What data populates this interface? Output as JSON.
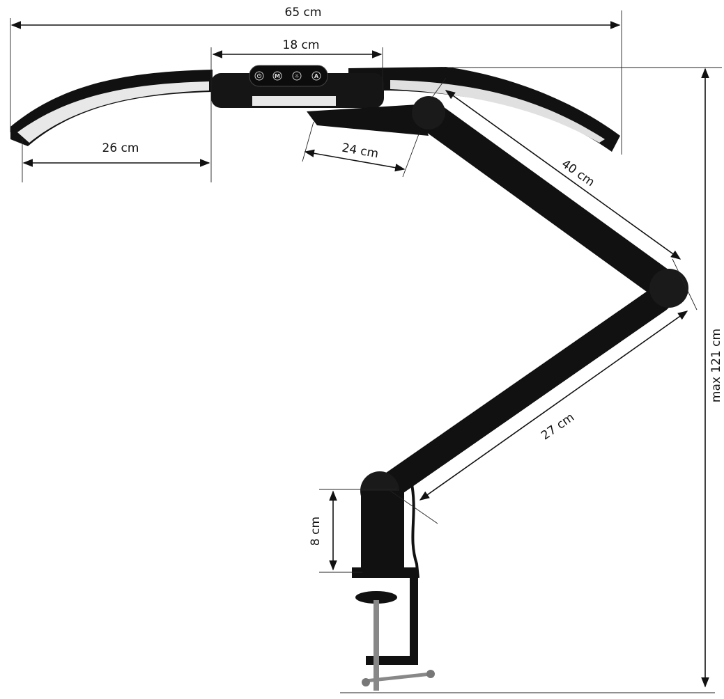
{
  "dimensions": {
    "total_width": "65 cm",
    "head_width": "18 cm",
    "wing_width": "26 cm",
    "head_arm": "24 cm",
    "upper_arm": "40 cm",
    "lower_arm": "27 cm",
    "base_height": "8 cm",
    "max_height": "max 121 cm"
  },
  "control_buttons": [
    {
      "icon": "power-icon",
      "glyph": "⏻"
    },
    {
      "icon": "mode-icon",
      "glyph": "M"
    },
    {
      "icon": "brightness-icon",
      "glyph": "☼"
    },
    {
      "icon": "auto-icon",
      "glyph": "A"
    }
  ],
  "colors": {
    "lamp": "#111111",
    "light_panel": "#e8e8e8",
    "line": "#111111"
  }
}
